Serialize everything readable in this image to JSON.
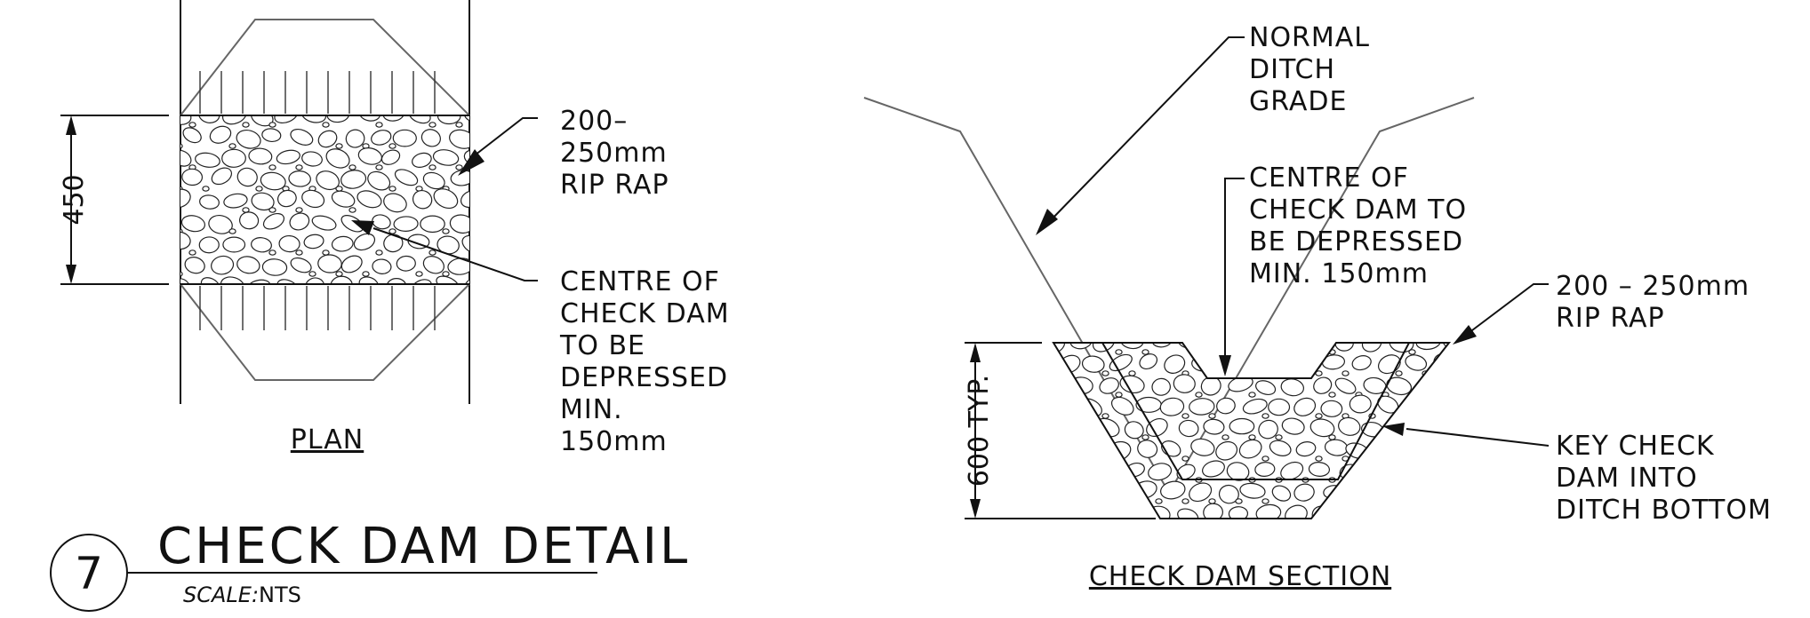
{
  "plan": {
    "dimension": "450",
    "riprap_note": [
      "200–",
      "250mm",
      "RIP RAP"
    ],
    "centre_note": [
      "CENTRE OF",
      "CHECK DAM",
      "TO BE",
      "DEPRESSED",
      "MIN.",
      "150mm"
    ],
    "caption": "PLAN"
  },
  "section": {
    "grade_note": [
      "NORMAL",
      "DITCH",
      "GRADE"
    ],
    "centre_note": [
      "CENTRE OF",
      "CHECK DAM TO",
      "BE DEPRESSED",
      "MIN. 150mm"
    ],
    "riprap_note": [
      "200 – 250mm",
      "RIP RAP"
    ],
    "key_note": [
      "KEY CHECK",
      "DAM INTO",
      "DITCH BOTTOM"
    ],
    "dimension": "600 TYP.",
    "caption": "CHECK DAM SECTION"
  },
  "title_block": {
    "number": "7",
    "title": "CHECK DAM DETAIL",
    "scale_label": "SCALE:",
    "scale_value": "NTS"
  }
}
